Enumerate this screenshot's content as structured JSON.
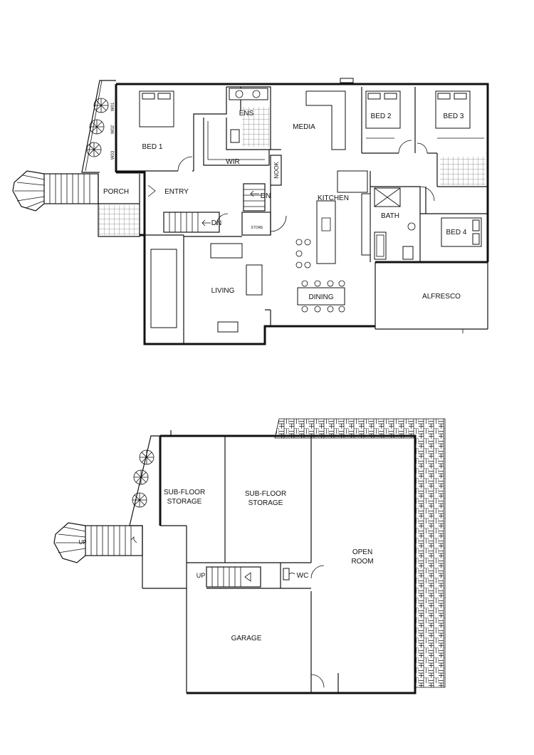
{
  "upper_floor": {
    "rooms": {
      "bed1": "BED 1",
      "ens": "ENS",
      "media": "MEDIA",
      "bed2": "BED 2",
      "bed3": "BED 3",
      "wir": "WIR",
      "nook": "NOOK",
      "porch": "PORCH",
      "entry": "ENTRY",
      "kitchen": "KITCHEN",
      "bath": "BATH",
      "bed4": "BED 4",
      "store": "STORE",
      "living": "LIVING",
      "dining": "DINING",
      "alfresco": "ALFRESCO"
    },
    "stair_labels": {
      "dn_right": "DN",
      "dn_left": "DN"
    },
    "window_tags": [
      "W01",
      "W02",
      "W03"
    ]
  },
  "lower_floor": {
    "rooms": {
      "subfloor_left": [
        "SUB-FLOOR",
        "STORAGE"
      ],
      "subfloor_right": [
        "SUB-FLOOR",
        "STORAGE"
      ],
      "open_room": [
        "OPEN",
        "ROOM"
      ],
      "wc": "WC",
      "garage": "GARAGE"
    },
    "stair_labels": {
      "up_inner": "UP",
      "up_outer": "UP"
    }
  }
}
